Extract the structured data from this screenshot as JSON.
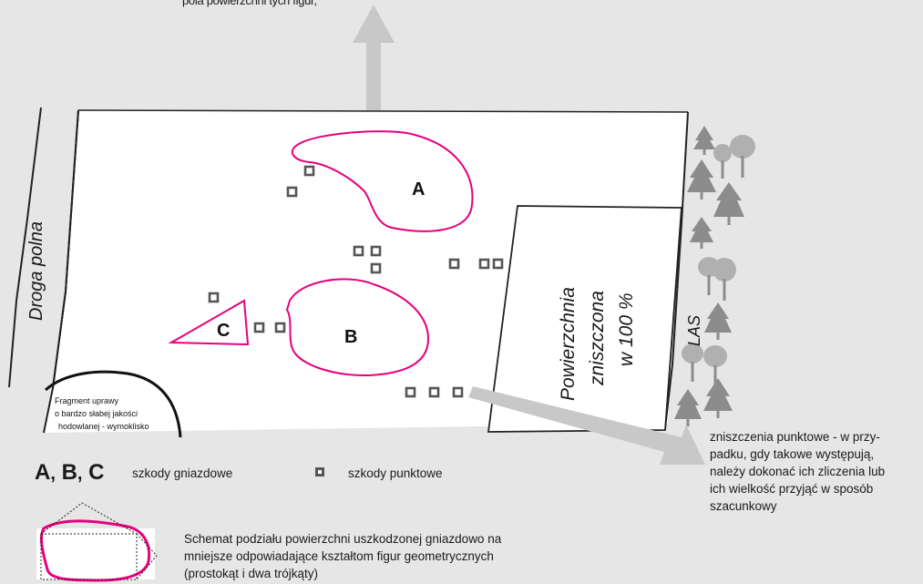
{
  "diagram": {
    "top_caption": "pola powierzchni tych figur,",
    "road_label": "Droga polna",
    "forest_label": "LAS",
    "fragment_label": [
      "Fragment uprawy",
      "o bardzo słabej jakości",
      "hodowlanej - wymoklisko"
    ],
    "destroyed_label": [
      "Powierzchnia",
      "zniszczona",
      "w 100 %"
    ],
    "area_labels": {
      "a": "A",
      "b": "B",
      "c": "C"
    },
    "colors": {
      "nest_outline": "#e6007e",
      "arrow": "#c8c8c8",
      "tree": "#8c8c8c"
    }
  },
  "notes": {
    "point_damage_note": [
      "zniszczenia punktowe - w przy-",
      "padku, gdy takowe występują,",
      "należy dokonać ich zliczenia lub",
      "ich wielkość przyjąć w sposób",
      "szacunkowy"
    ]
  },
  "legend": {
    "letter_a": "A",
    "letter_b": "B",
    "letter_c": "C",
    "separator": ",",
    "nest_damage_label": "szkody gniazdowe",
    "point_icon": "square-marker-icon",
    "point_damage_label": "szkody punktowe",
    "scheme_text": [
      "Schemat podziału powierzchni uszkodzonej gniazdowo na",
      "mniejsze odpowiadające kształtom figur geometrycznych",
      "(prostokąt i dwa trójkąty)"
    ]
  }
}
